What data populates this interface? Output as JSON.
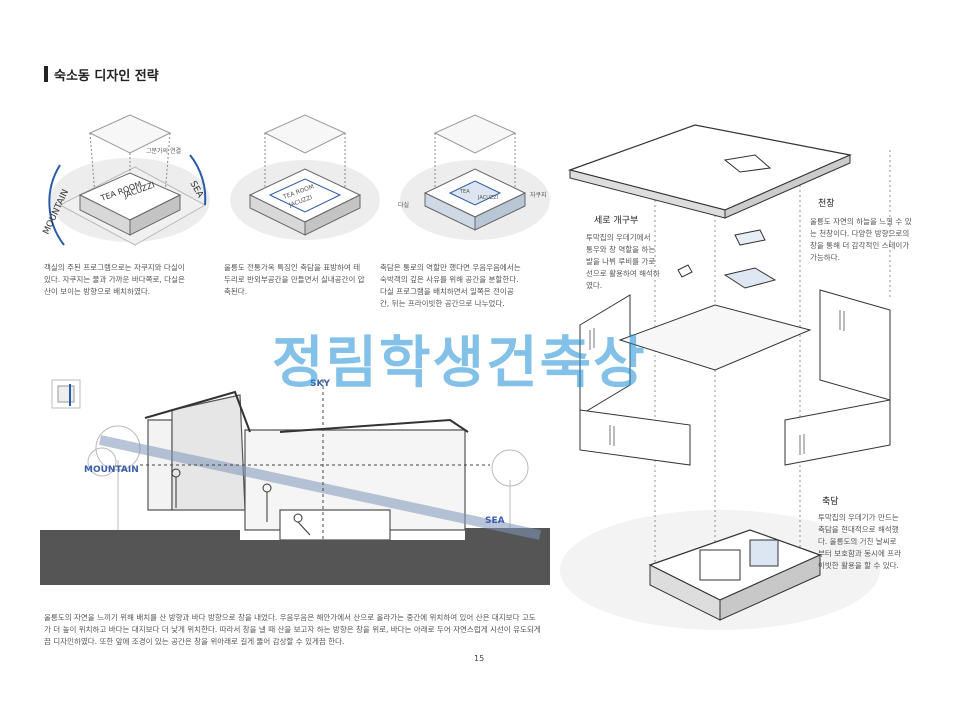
{
  "page": {
    "title": "숙소동 디자인 전략",
    "page_number": "15",
    "watermark": "정림학생건축상"
  },
  "diagrams": [
    {
      "labels": {
        "a": "TEA ROOM",
        "b": "JACUZZI",
        "c": "MOUNTAIN",
        "d": "SEA",
        "e": "그분가의 연결"
      },
      "caption": [
        "객실의 주된 프로그램으로는 자쿠지와 다실이",
        "있다. 자쿠지는 물과 가까운 바다쪽로, 다실은",
        "산이 보이는 방향으로 배치하였다."
      ]
    },
    {
      "labels": {
        "a": "TEA ROOM",
        "b": "JACUZZI"
      },
      "caption": [
        "울릉도 전통가옥 특징인 축담을 표방하여 테",
        "두리로 반외부공간을 만들면서 실내공간이 압",
        "축된다."
      ]
    },
    {
      "labels": {
        "a": "다실",
        "b": "자쿠지",
        "c": "TEA",
        "d": "JACUZZI"
      },
      "caption": [
        "축담은 통로의 역할만 했다면 우음우음에서는",
        "숙박객의  깊은 사유를 위해 공간을 분할한다.",
        "다실 프로그램을 배치하면서 일쪽은 전이공",
        "간, 뒤는 프라이빗한 공간으로 나누었다."
      ]
    }
  ],
  "section": {
    "labels": {
      "sky": "SKY",
      "mountain": "MOUNTAIN",
      "sea": "SEA"
    },
    "caption": [
      "울릉도의 자연을 느끼기 위해 배치를 산 방향과 바다 방향으로 창을 내었다. 우음우음은 해안가에서 산으로 올라가는 중간에 위치하여 있어  산은 대지보다 고도",
      "가 더 높이 위치하고 바다는 대지보다 더 낮게 위치한다. 따라서 창을 낼 때 산을 보고자 하는 방향은 창을 위로, 바다는 아래로 두어 자연스럽게 시선이 유도되게",
      "끔 디자인하였다.  또한 앞에 조경이 있는 공간은 창을 위아래로 길게  뚫어 감상할 수 있게끔 한다."
    ]
  },
  "annotations": {
    "vertical": {
      "heading": "세로 개구부",
      "text": [
        "투막집의 우데기에서",
        "통우와 창 역할을 하는",
        "발을 나뷔 루비를 가로",
        "선으로 활용하여 해석하",
        "였다."
      ]
    },
    "skylight": {
      "heading": "천창",
      "text": [
        "울릉도 자연의 하늘을 느낄 수 있",
        "는 천창이다. 다양한 방향으로의",
        "창을 통해 더 감각적인 스테이가",
        "가능하다."
      ]
    },
    "chukdam": {
      "heading": "축담",
      "text": [
        "투막집의 우데기가 만드는",
        "축담을 현대적으로 해석했",
        "다. 울릉도의 거친 날씨로",
        "부터 보호함과 동시에 프라",
        "이빗한 활용을 할 수 있다."
      ]
    }
  }
}
